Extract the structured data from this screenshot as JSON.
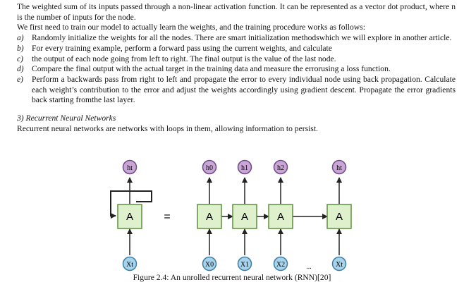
{
  "paragraphs": {
    "p1": "The weighted sum of its inputs passed through a non-linear activation function. It can be represented as a vector dot product, where n is the number of inputs for the node.",
    "p2": "We first need to train our model to actually learn the weights, and the training procedure works as follows:"
  },
  "steps": [
    {
      "marker": "a)",
      "text": "Randomly initialize the weights for all the nodes. There are smart initialization methodswhich we will explore in another article."
    },
    {
      "marker": "b)",
      "text": "For every training example, perform a forward pass using the current weights, and calculate"
    },
    {
      "marker": "c)",
      "text": "the output of each node going from left to right. The final output is the value of the last node."
    },
    {
      "marker": "d)",
      "text": "Compare the final output with the actual target in the training data and measure the errorusing a loss function."
    },
    {
      "marker": "e)",
      "text": "Perform a backwards pass from right to left and propagate the error to every individual node using back propagation. Calculate each weight’s contribution to the error and adjust the weights accordingly using gradient descent. Propagate the error gradients back starting fromthe last layer."
    }
  ],
  "section": {
    "heading": "3)  Recurrent Neural Networks",
    "intro": "Recurrent neural networks are networks with loops in them, allowing information to persist."
  },
  "diagram": {
    "cell_label": "A",
    "equals": "=",
    "ellipsis": "...",
    "folded": {
      "output": "ht",
      "input": "Xt"
    },
    "unrolled": [
      {
        "output": "h0",
        "input": "X0"
      },
      {
        "output": "h1",
        "input": "X1"
      },
      {
        "output": "h2",
        "input": "X2"
      },
      {
        "output": "ht",
        "input": "Xt"
      }
    ],
    "colors": {
      "cell_fill": "#dff0cc",
      "cell_stroke": "#5e8f3e",
      "output_fill": "#c9a6d6",
      "output_stroke": "#6e4a86",
      "input_fill": "#a8d3ea",
      "input_stroke": "#3d7ea6",
      "arrow": "#222222"
    }
  },
  "caption": {
    "text": "Figure 2.4: An unrolled recurrent neural network (RNN)",
    "ref": "[20]"
  }
}
